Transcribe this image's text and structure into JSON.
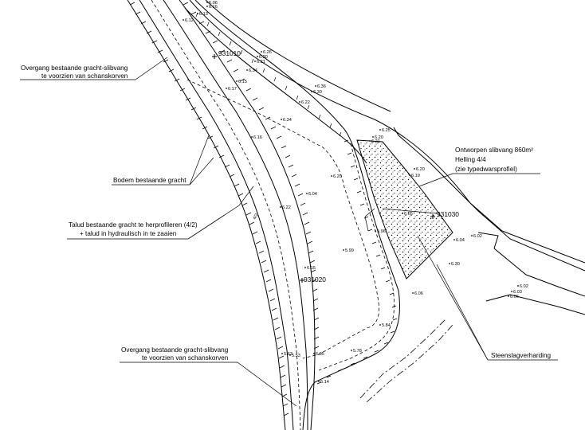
{
  "annotations": [
    {
      "id": "a1",
      "lines": [
        "Overgang bestaande gracht-slibvang",
        "te voorzien van schanskorven"
      ]
    },
    {
      "id": "a2",
      "lines": [
        "Bodem bestaande gracht"
      ]
    },
    {
      "id": "a3",
      "lines": [
        "Talud bestaande gracht te herprofileren (4/2)",
        "+ talud in hydraulisch in te zaaien"
      ]
    },
    {
      "id": "a4",
      "lines": [
        "Overgang bestaande gracht-slibvang",
        "te voorzien van schanskorven"
      ]
    },
    {
      "id": "a5",
      "lines": [
        "Ontworpen slibvang 860m²",
        "Helling 4/4",
        "(zie typedwarsprofiel)"
      ]
    },
    {
      "id": "a6",
      "lines": [
        "Steenslagverharding"
      ]
    }
  ],
  "points": [
    "931010",
    "931020",
    "931030"
  ],
  "slope_label": "4/2",
  "levels": [
    "6.12",
    "6.13",
    "6.16",
    "6.06",
    "6.26",
    "6.20",
    "6.21",
    "6.34",
    "6.15",
    "6.17",
    "6.36",
    "6.30",
    "6.22",
    "6.34",
    "6.16",
    "6.25",
    "6.20",
    "6.21",
    "6.20",
    "6.19",
    "6.20",
    "6.04",
    "6.22",
    "6.05",
    "5.96",
    "6.04",
    "5.99",
    "6.15",
    "6.30",
    "6.02",
    "6.06",
    "5.84",
    "5.78",
    "5.63",
    "5.53",
    "6.05",
    "6.14",
    "6.02",
    "6.03",
    "6.06"
  ]
}
